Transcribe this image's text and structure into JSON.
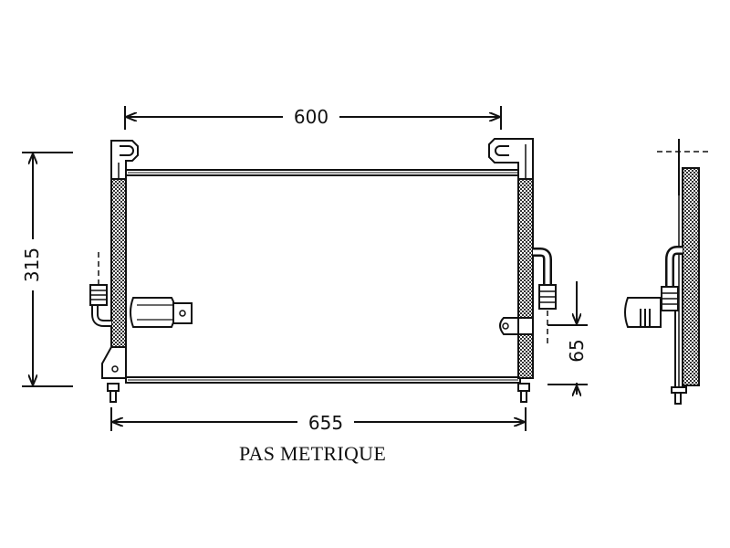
{
  "dimensions": {
    "top_width": "600",
    "height": "315",
    "bottom_width": "655",
    "fitting_offset": "65"
  },
  "caption": "PAS METRIQUE",
  "colors": {
    "line": "#111111",
    "hatch": "#444444",
    "background": "#ffffff"
  }
}
